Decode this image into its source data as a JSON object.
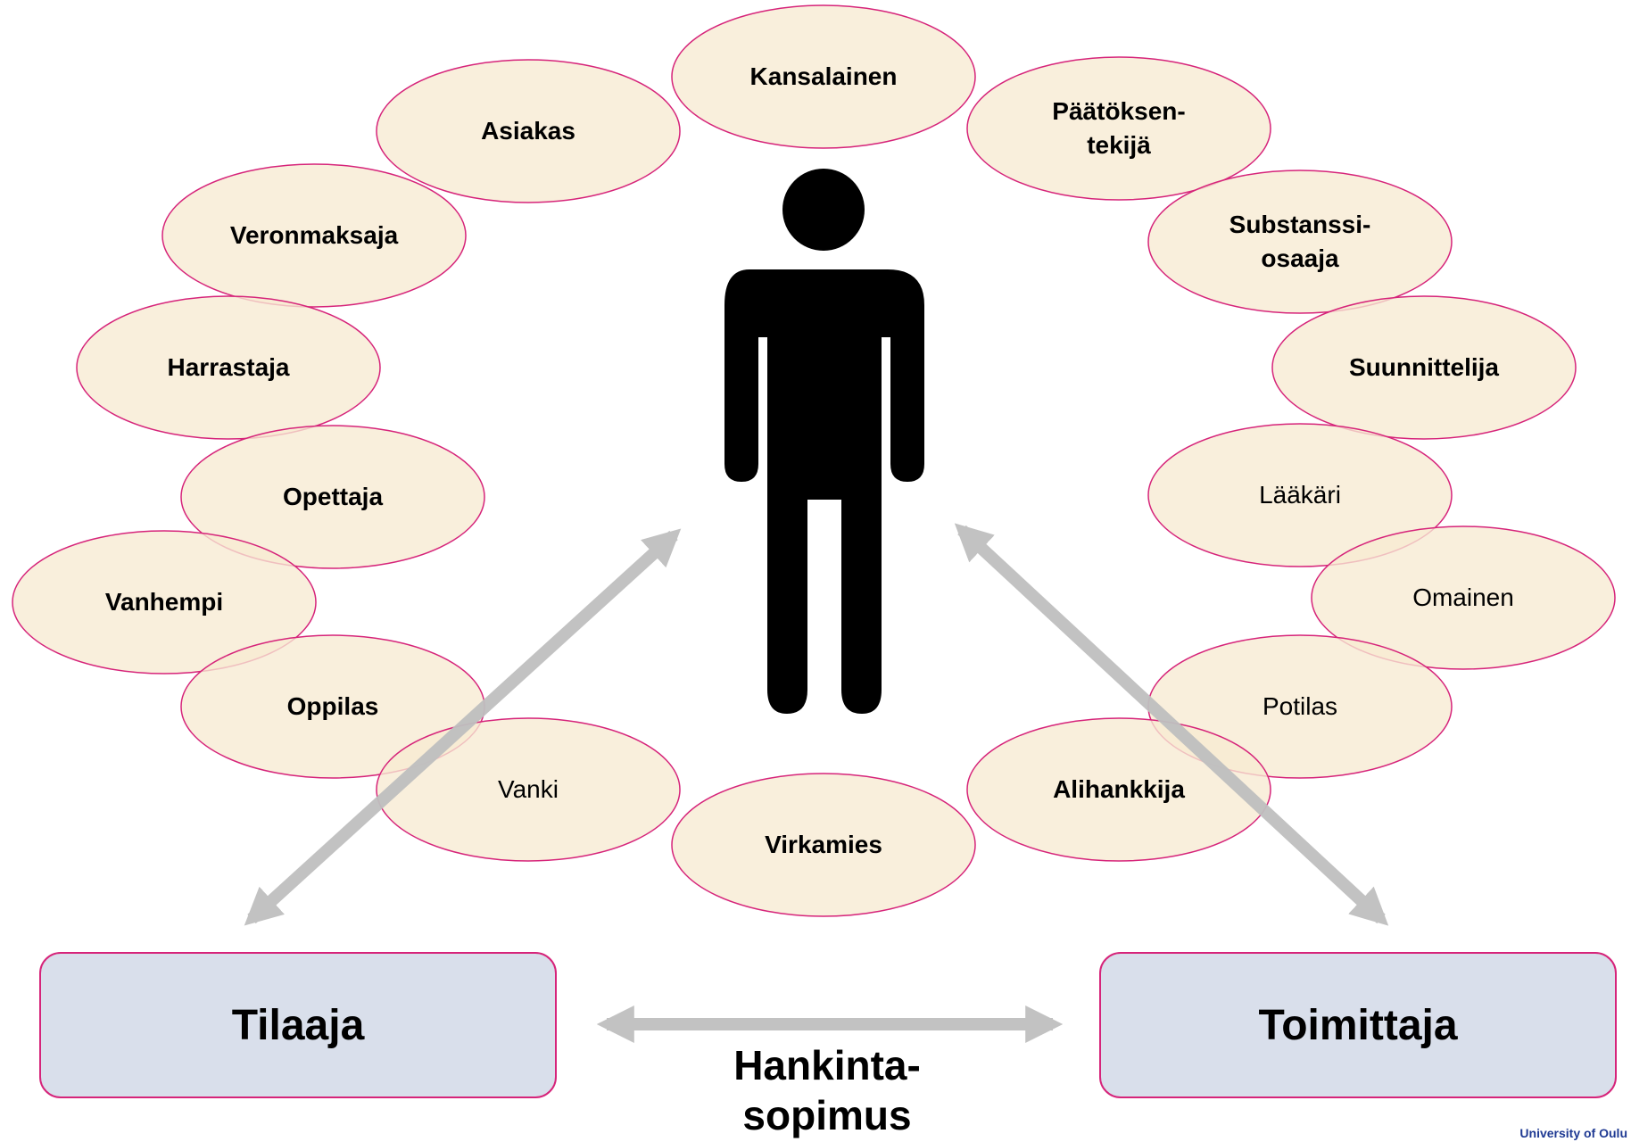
{
  "diagram": {
    "colors": {
      "ellipse_fill": "#f7ebd2",
      "ellipse_stroke": "#d6247a",
      "box_fill": "#d9dfeb",
      "box_stroke": "#d6247a",
      "arrow": "#bfbfbf",
      "person": "#000000",
      "org_text": "#1f3a93"
    },
    "center_figure": {
      "icon": "person-icon"
    },
    "roles": [
      {
        "lines": [
          "Kansalainen"
        ],
        "bold": true
      },
      {
        "lines": [
          "Asiakas"
        ],
        "bold": true
      },
      {
        "lines": [
          "Päätöksen-",
          "tekijä"
        ],
        "bold": true
      },
      {
        "lines": [
          "Veronmaksaja"
        ],
        "bold": true
      },
      {
        "lines": [
          "Substanssi-",
          "osaaja"
        ],
        "bold": true
      },
      {
        "lines": [
          "Harrastaja"
        ],
        "bold": true
      },
      {
        "lines": [
          "Suunnittelija"
        ],
        "bold": true
      },
      {
        "lines": [
          "Opettaja"
        ],
        "bold": true
      },
      {
        "lines": [
          "Lääkäri"
        ],
        "bold": false
      },
      {
        "lines": [
          "Vanhempi"
        ],
        "bold": true
      },
      {
        "lines": [
          "Omainen"
        ],
        "bold": false
      },
      {
        "lines": [
          "Oppilas"
        ],
        "bold": true
      },
      {
        "lines": [
          "Potilas"
        ],
        "bold": false
      },
      {
        "lines": [
          "Vanki"
        ],
        "bold": false
      },
      {
        "lines": [
          "Alihankkija"
        ],
        "bold": true
      },
      {
        "lines": [
          "Virkamies"
        ],
        "bold": true
      }
    ],
    "parties": {
      "left": "Tilaaja",
      "right": "Toimittaja"
    },
    "contract_label": [
      "Hankinta-",
      "sopimus"
    ],
    "organization": "University of Oulu"
  }
}
